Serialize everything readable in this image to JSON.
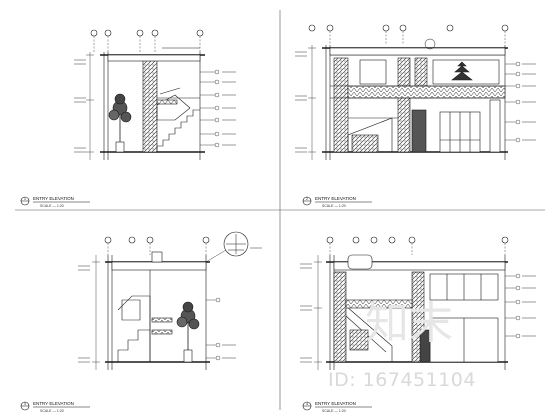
{
  "drawing": {
    "panels": [
      {
        "number": "1",
        "title": "ENTRY  ELEVATION",
        "scale": "SCALE — 1:20"
      },
      {
        "number": "2",
        "title": "ENTRY  ELEVATION",
        "scale": "SCALE — 1:20"
      },
      {
        "number": "3",
        "title": "ENTRY  ELEVATION",
        "scale": "SCALE — 1:20"
      },
      {
        "number": "4",
        "title": "ENTRY  ELEVATION",
        "scale": "SCALE — 1:20"
      }
    ]
  },
  "watermark": {
    "logo_text": "知末",
    "id_text": "ID: 167451104"
  },
  "colors": {
    "line": "#1a1a1a",
    "hatch": "#2b2b2b",
    "watermark": "#d9d9d9"
  }
}
